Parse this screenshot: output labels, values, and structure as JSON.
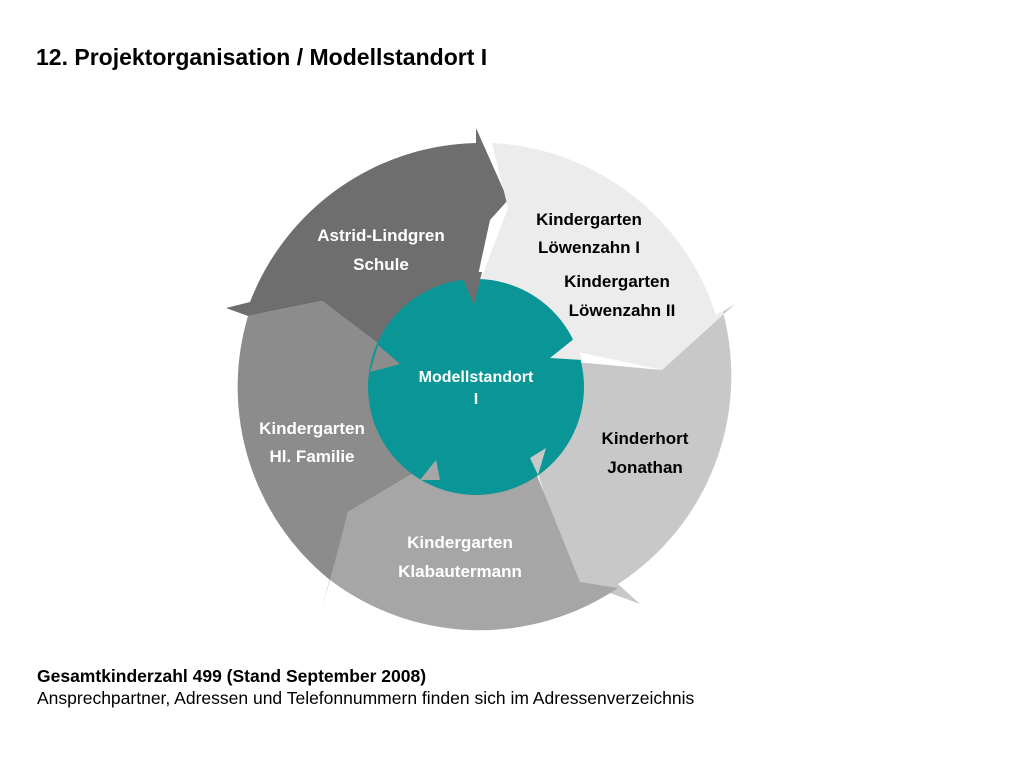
{
  "title": "12. Projektorganisation / Modellstandort I",
  "colors": {
    "center": "#0a9696",
    "segment_astrid": "#6e6e6e",
    "segment_loewenzahn": "#ececec",
    "segment_kinderhort": "#c8c8c8",
    "segment_klabautermann": "#a6a6a6",
    "segment_hlfamilie": "#8c8c8c"
  },
  "center": {
    "line1": "Modellstandort",
    "line2": "I"
  },
  "segments": {
    "astrid": {
      "line1": "Astrid-Lindgren",
      "line2": "Schule"
    },
    "loewenzahn1": {
      "line1": "Kindergarten",
      "line2": "Löwenzahn I"
    },
    "loewenzahn2": {
      "line1": "Kindergarten",
      "line2": "Löwenzahn II"
    },
    "kinderhort": {
      "line1": "Kinderhort",
      "line2": "Jonathan"
    },
    "klabautermann": {
      "line1": "Kindergarten",
      "line2": "Klabautermann"
    },
    "hlfamilie": {
      "line1": "Kindergarten",
      "line2": "Hl. Familie"
    }
  },
  "footer": {
    "line1": "Gesamtkinderzahl 499 (Stand September 2008)",
    "line2": "Ansprechpartner, Adressen und Telefonnummern finden sich im Adressenverzeichnis"
  }
}
